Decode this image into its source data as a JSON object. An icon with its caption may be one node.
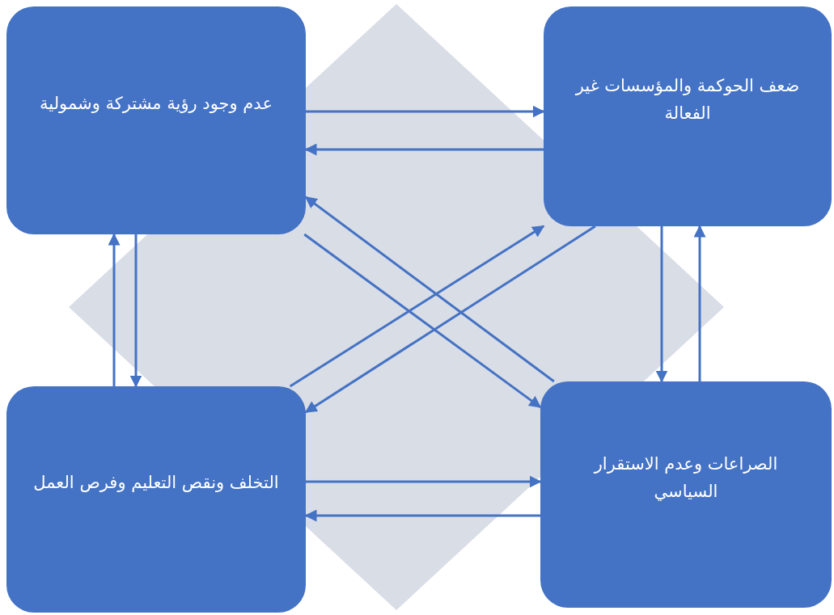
{
  "diagram": {
    "nodes": [
      {
        "text": [
          "عدم وجود رؤية مشتركة وشمولية"
        ]
      },
      {
        "text": [
          "ضعف الحوكمة والمؤسسات غير الفعالة"
        ]
      },
      {
        "text": [
          "التخلف ونقص التعليم وفرص العمل"
        ]
      },
      {
        "text": [
          "الصراعات وعدم الاستقرار السياسي"
        ]
      }
    ],
    "edges": [
      {
        "from": 0,
        "to": 1,
        "arrow": "to"
      },
      {
        "from": 1,
        "to": 0,
        "arrow": "to"
      },
      {
        "from": 2,
        "to": 0,
        "arrow": "to"
      },
      {
        "from": 0,
        "to": 2,
        "arrow": "to"
      },
      {
        "from": 1,
        "to": 3,
        "arrow": "to"
      },
      {
        "from": 3,
        "to": 1,
        "arrow": "to"
      },
      {
        "from": 3,
        "to": 0,
        "arrow": "to"
      },
      {
        "from": 0,
        "to": 3,
        "arrow": "to"
      },
      {
        "from": 2,
        "to": 1,
        "arrow": "to"
      },
      {
        "from": 1,
        "to": 2,
        "arrow": "to"
      },
      {
        "from": 2,
        "to": 3,
        "arrow": "to"
      },
      {
        "from": 3,
        "to": 2,
        "arrow": "to"
      }
    ]
  }
}
